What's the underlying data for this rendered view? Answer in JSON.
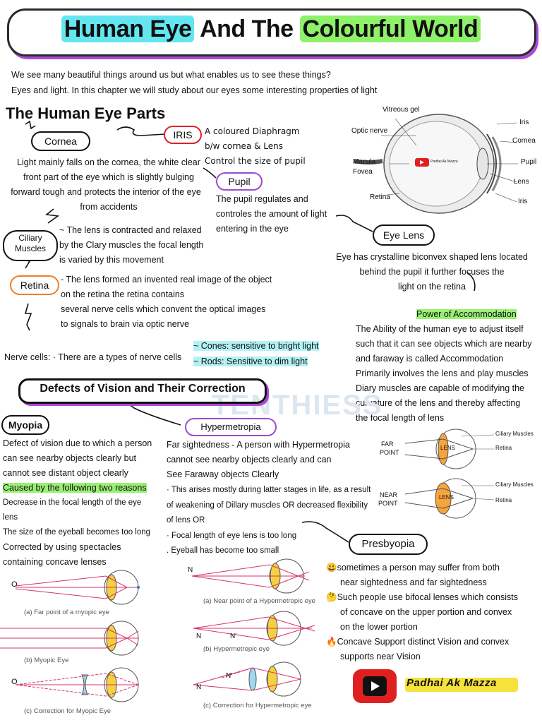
{
  "title": {
    "part1": "Human Eye",
    "part2": "And The",
    "part3": "Colourful World"
  },
  "intro": [
    "We see many beautiful things around us but what enables us to see these things?",
    "Eyes and light. In this chapter we will study about our eyes some interesting properties of light"
  ],
  "parts_heading": "The Human Eye Parts",
  "cornea": {
    "label": "Cornea",
    "text": [
      "Light mainly falls on the cornea, the white clear",
      "front part of the eye which is slightly bulging",
      "forward tough and protects the interior of the eye",
      "from accidents"
    ]
  },
  "iris": {
    "label": "IRIS",
    "text": [
      "A coloured Diaphragm",
      "b/w cornea & Lens",
      "Control the size of pupil"
    ]
  },
  "pupil": {
    "label": "Pupil",
    "text": [
      "The pupil regulates and",
      "controles the amount of light",
      "entering in the eye"
    ]
  },
  "ciliary": {
    "label_line1": "Ciliary",
    "label_line2": "Muscles",
    "text": [
      "~ The lens is contracted and relaxed",
      "by the Clary muscles the focal length",
      "is varied by this movement"
    ]
  },
  "retina": {
    "label": "Retina",
    "text": [
      "- The lens formed an invented real image of the object",
      "on the retina the retina contains",
      "several nerve cells which convent the optical images",
      "to signals to brain via optic nerve"
    ]
  },
  "nerve": {
    "text": "Nerve cells: · There are a types of nerve cells",
    "cones": "~ Cones: sensitive to bright light",
    "rods": "~ Rods: Sensitive to dim light"
  },
  "eye_diagram": {
    "labels": {
      "vitreous": "Vitreous gel",
      "optic": "Optic nerve",
      "macula": "Macula",
      "fovea": "Fovea",
      "retina": "Retina",
      "iris_top": "Iris",
      "cornea": "Cornea",
      "pupil": "Pupil",
      "lens": "Lens",
      "iris_bottom": "Iris"
    },
    "badge": "Padhai Ak Mazza"
  },
  "eye_lens": {
    "label": "Eye Lens",
    "text": [
      "Eye has crystalline biconvex shaped lens located",
      "behind the pupil it further focuses the",
      "light on the retina"
    ]
  },
  "accommodation": {
    "label": "Power of Accommodation",
    "text": [
      "The Ability of the human eye to adjust itself",
      "such that it can see objects which are nearby",
      "and faraway is called Accommodation",
      "Primarily involves the lens and play muscles",
      "Diary muscles are capable of modifying the",
      "curvature of the lens and thereby affecting",
      "the focal length of lens"
    ]
  },
  "defects_heading": "Defects of Vision and Their Correction",
  "watermark": "TENTHIESS",
  "myopia": {
    "label": "Myopia",
    "text": [
      "Defect of vision due to which a person",
      "can see nearby objects clearly but",
      "cannot see distant object clearly"
    ],
    "reasons_label": "Caused by the following two reasons",
    "reasons": [
      "Decrease in the focal length of the eye",
      "lens",
      "The size of the eyeball becomes too long"
    ],
    "correction": [
      "Corrected by using spectacles",
      "containing concave lenses"
    ],
    "captions": [
      "(a) Far point of a myopic eye",
      "(b) Myopic Eye",
      "(c) Correction for Myopic Eye"
    ],
    "o_label": "O"
  },
  "hypermetropia": {
    "label": "Hypermetropia",
    "text": [
      "Far sightedness - A person with Hypermetropia",
      "cannot see nearby objects clearly and can",
      "See Faraway objects Clearly"
    ],
    "causes": [
      "· This arises mostly during latter stages in life, as a result",
      "of weakening of Dillary muscles OR decreased flexibility",
      "of lens OR",
      "· Focal length of eye lens is too long",
      ". Eyeball has become too small"
    ],
    "captions": [
      "(a) Near point of a Hypermetropic eye",
      "(b) Hypermetropic eye",
      "(c) Correction for Hypermetropic eye"
    ],
    "n_label": "N",
    "n_prime": "N'"
  },
  "far_point_diagram": {
    "far": "FAR",
    "point": "POINT",
    "lens": "LENS",
    "ciliary": "Ciliary Muscles",
    "retina": "Retina"
  },
  "near_point_diagram": {
    "near": "NEAR",
    "point": "POINT",
    "lens": "LENS",
    "ciliary": "Ciliary Muscles",
    "retina": "Retina"
  },
  "presbyopia": {
    "label": "Presbyopia",
    "items": [
      {
        "emoji": "😃",
        "text": [
          "sometimes a person may suffer from both",
          "near sightedness and far sightedness"
        ]
      },
      {
        "emoji": "🤔",
        "text": [
          "Such people use bifocal lenses which consists",
          "of concave on the upper portion and convex",
          "on the lower portion"
        ]
      },
      {
        "emoji": "🔥",
        "text": [
          "Concave Support distinct Vision and convex",
          "supports near Vision"
        ]
      }
    ]
  },
  "brand": "Padhai Ak Mazza",
  "colors": {
    "cyan": "#64e6f0",
    "green": "#8ff06a",
    "purple": "#a94bd6",
    "red": "#e02020",
    "orange": "#e9822b",
    "ray": "#d6336c",
    "lens_yellow": "#f5d142"
  }
}
